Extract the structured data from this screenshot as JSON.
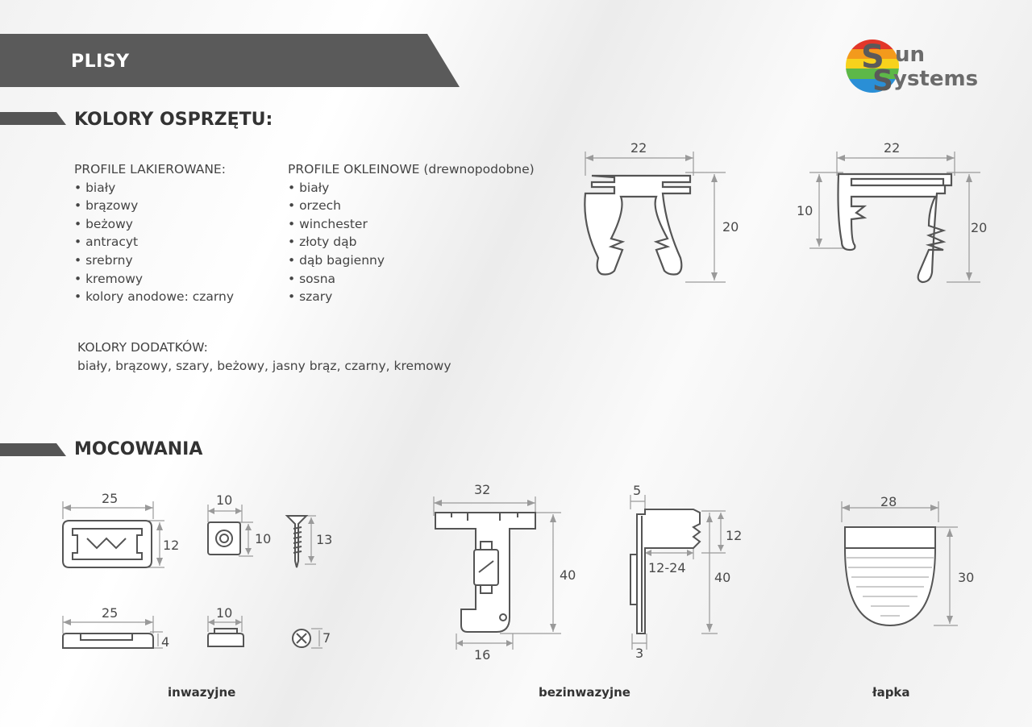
{
  "header": {
    "title": "PLISY",
    "logo": {
      "line1": "un",
      "line2": "ystems",
      "initial1": "S",
      "initial2": "S"
    }
  },
  "section_colors": {
    "title": "KOLORY OSPRZĘTU:",
    "lacquered": {
      "heading": "PROFILE LAKIEROWANE:",
      "items": [
        "biały",
        "brązowy",
        "beżowy",
        "antracyt",
        "srebrny",
        "kremowy",
        "kolory anodowe: czarny"
      ]
    },
    "veneered": {
      "heading": "PROFILE OKLEINOWE (drewnopodobne)",
      "items": [
        "biały",
        "orzech",
        "winchester",
        "złoty dąb",
        "dąb bagienny",
        "sosna",
        "szary"
      ]
    },
    "additions": {
      "heading": "KOLORY DODATKÓW:",
      "text": "biały, brązowy, szary, beżowy, jasny brąz, czarny, kremowy"
    }
  },
  "profiles": {
    "profile_a": {
      "width": "22",
      "height": "20"
    },
    "profile_b": {
      "width": "22",
      "height": "20",
      "inner": "10"
    }
  },
  "section_mounting": {
    "title": "MOCOWANIA",
    "invasive": {
      "caption": "inwazyjne",
      "clip_width": "25",
      "clip_height": "12",
      "square_width": "10",
      "square_height": "10",
      "screw_length": "13",
      "rail_width": "25",
      "rail_height": "4",
      "small_width": "10",
      "screw_head": "7"
    },
    "noninvasive": {
      "caption": "bezinwazyjne",
      "bracket_width": "32",
      "bracket_height": "40",
      "bracket_bottom": "16",
      "side_top": "5",
      "side_right": "12",
      "side_range": "12-24",
      "side_height": "40",
      "side_bottom": "3"
    },
    "clamp": {
      "caption": "łapka",
      "width": "28",
      "height": "30"
    }
  },
  "colors": {
    "banner": "#5a5a5a",
    "logo_red": "#e2372a",
    "logo_orange": "#f39a1c",
    "logo_yellow": "#f7d21c",
    "logo_green": "#5db848",
    "logo_blue": "#2a8fd6",
    "logo_grey": "#6b6b6b"
  }
}
